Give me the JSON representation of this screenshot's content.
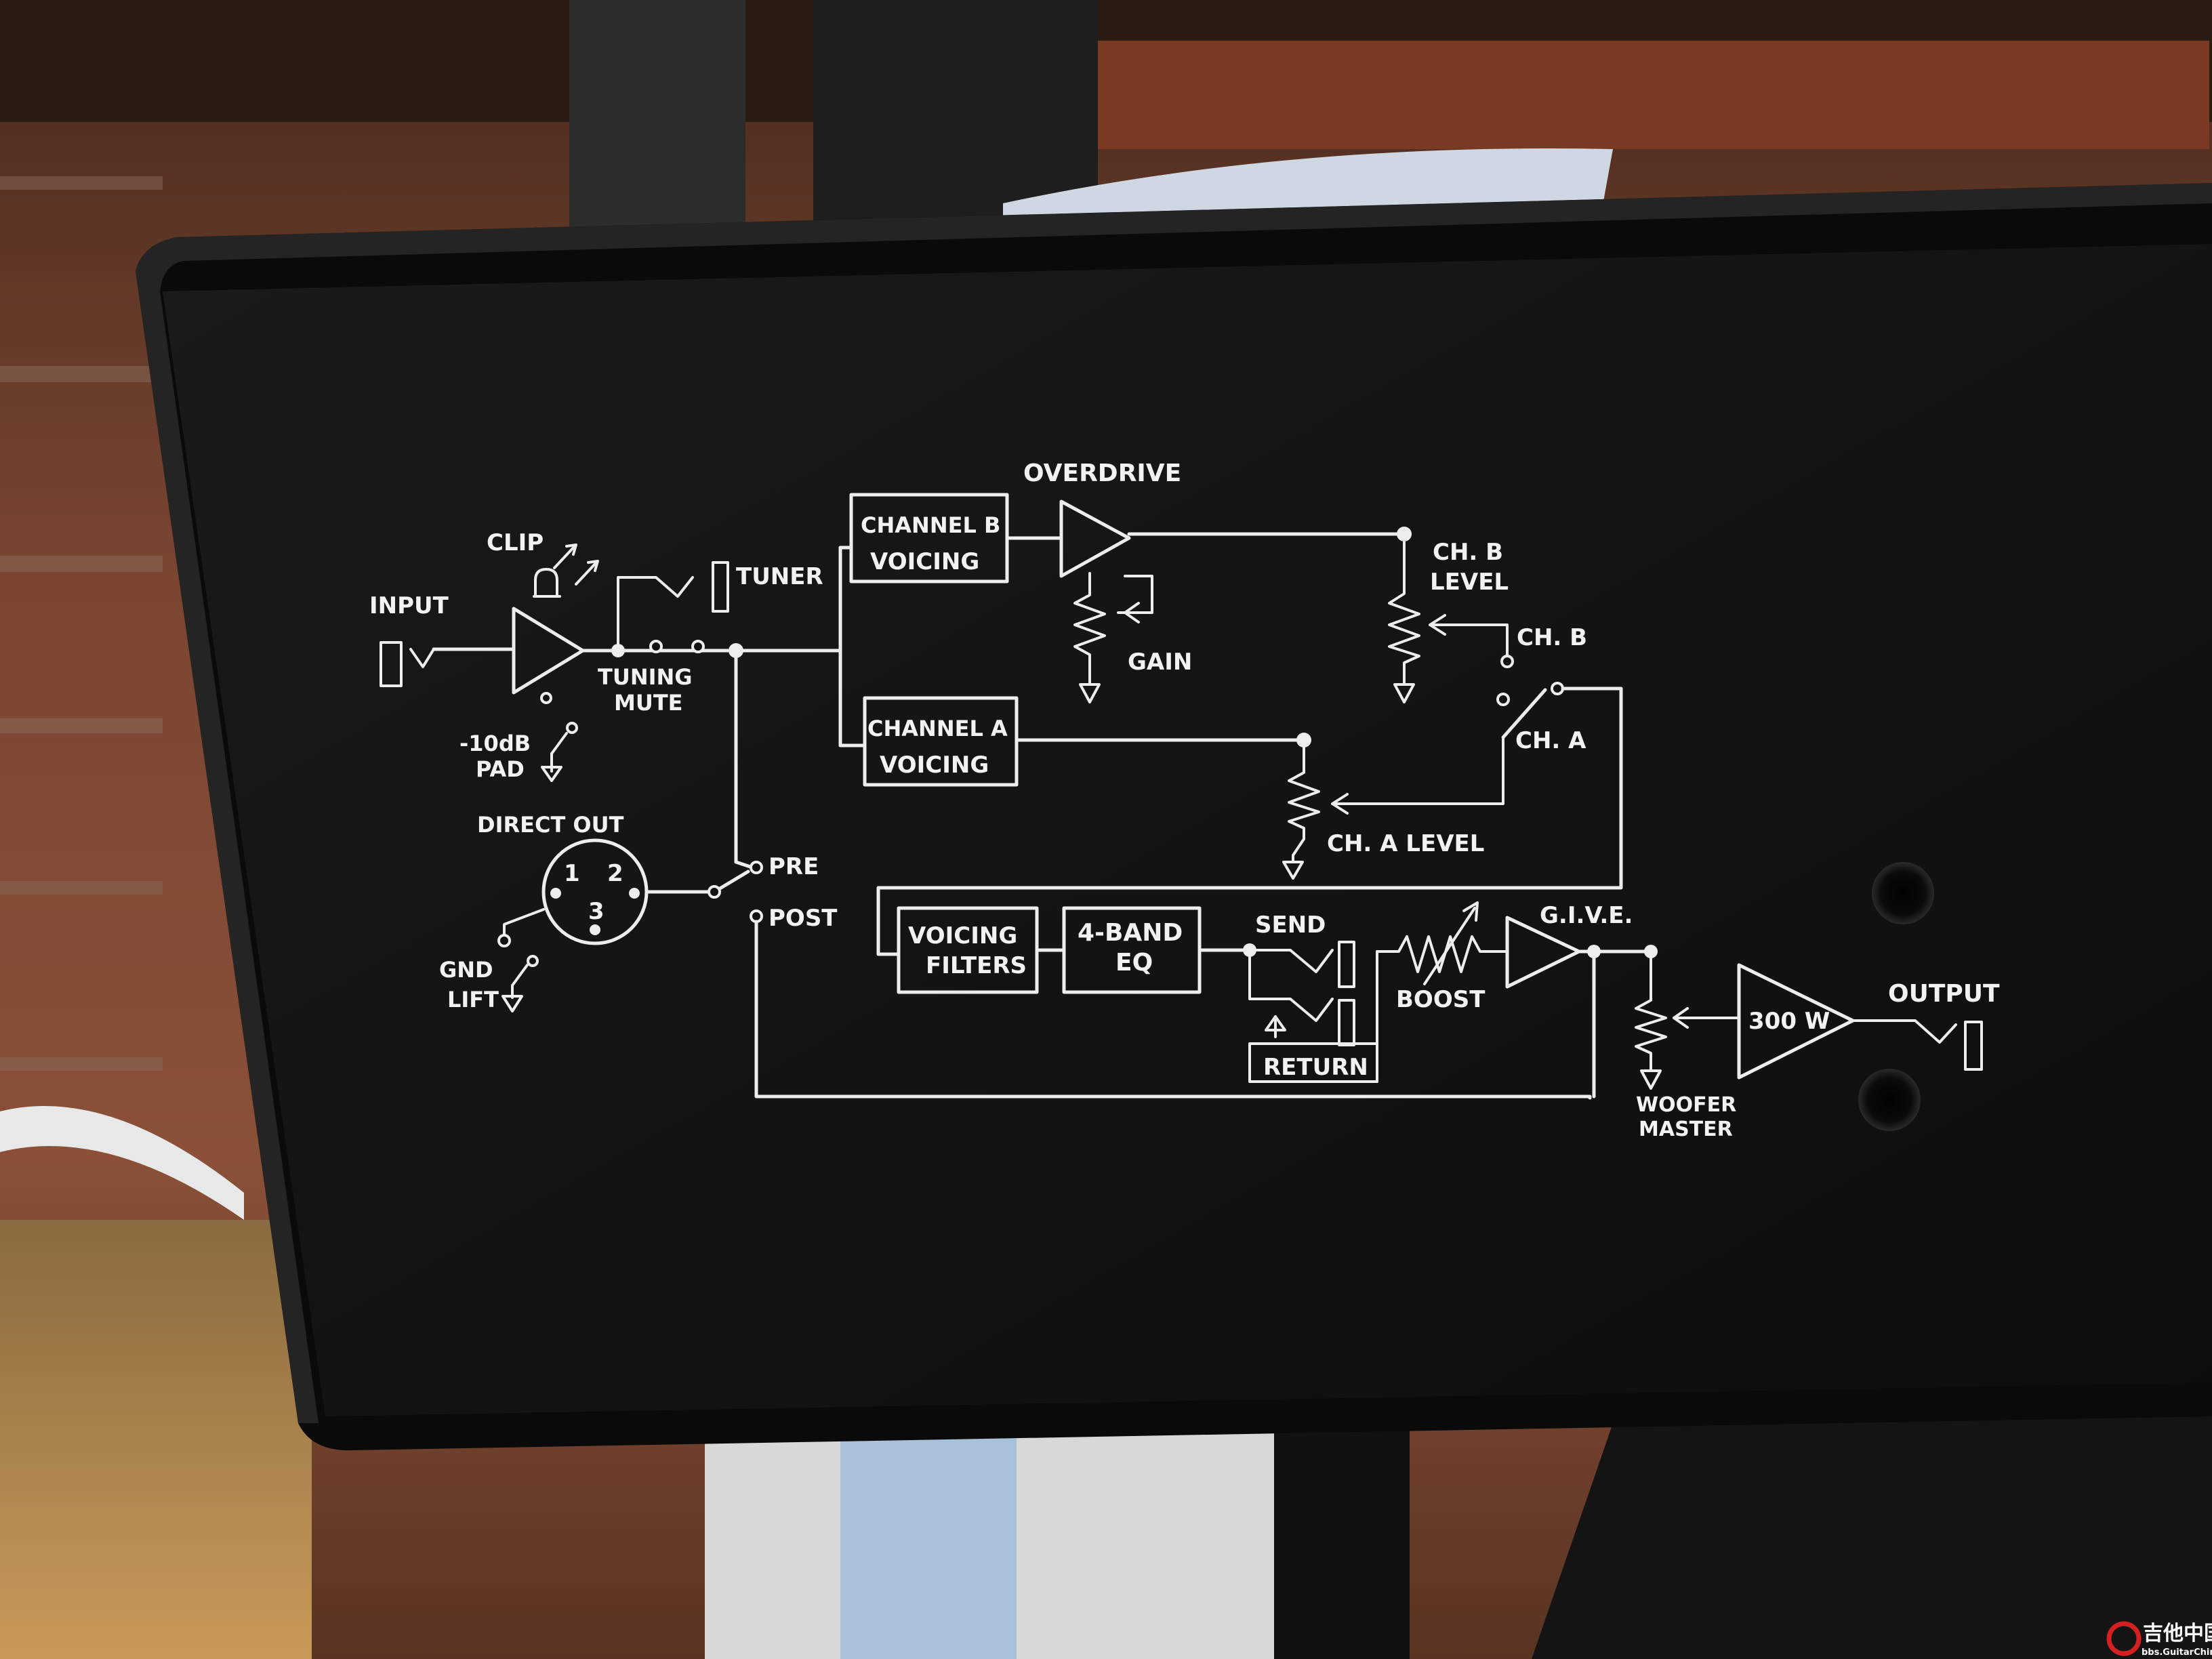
{
  "diagram": {
    "input": "INPUT",
    "clip": "CLIP",
    "pad_line1": "-10dB",
    "pad_line2": "PAD",
    "tuner": "TUNER",
    "tuning_mute_line1": "TUNING",
    "tuning_mute_line2": "MUTE",
    "direct_out": "DIRECT OUT",
    "xlr_pin1": "1",
    "xlr_pin2": "2",
    "xlr_pin3": "3",
    "gnd_lift_line1": "GND",
    "gnd_lift_line2": "LIFT",
    "pre": "PRE",
    "post": "POST",
    "channel_b_line1": "CHANNEL B",
    "channel_b_line2": "VOICING",
    "channel_a_line1": "CHANNEL A",
    "channel_a_line2": "VOICING",
    "overdrive": "OVERDRIVE",
    "gain": "GAIN",
    "ch_b_level_line1": "CH. B",
    "ch_b_level_line2": "LEVEL",
    "ch_b": "CH. B",
    "ch_a": "CH. A",
    "ch_a_level": "CH. A LEVEL",
    "voicing_filters_line1": "VOICING",
    "voicing_filters_line2": "FILTERS",
    "eq_line1": "4-BAND",
    "eq_line2": "EQ",
    "send": "SEND",
    "return": "RETURN",
    "boost": "BOOST",
    "give": "G.I.V.E.",
    "power_amp": "300 W",
    "output": "OUTPUT",
    "woofer_master_line1": "WOOFER",
    "woofer_master_line2": "MASTER"
  },
  "watermark": {
    "brand": "吉他中国",
    "url": "bbs.GuitarChina.com"
  },
  "colors": {
    "panel": "#121212",
    "print": "#ededed",
    "wood": "#6b3f2a"
  }
}
